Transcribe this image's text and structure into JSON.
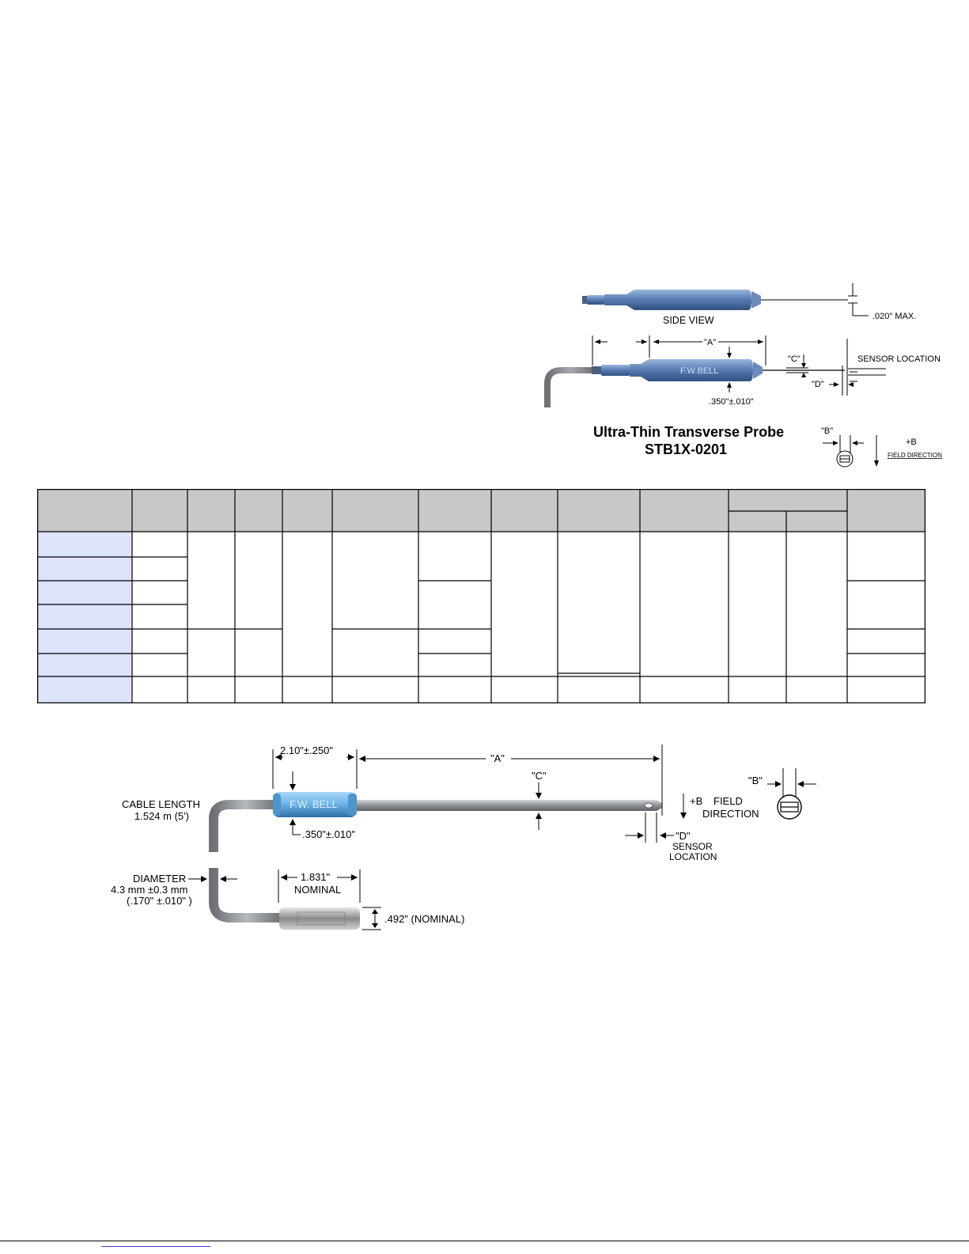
{
  "top_drawing": {
    "side_view_label": "SIDE VIEW",
    "max_thickness_label": ".020\" MAX.",
    "dim_a_label": "\"A\"",
    "dim_c_label": "\"C\"",
    "dim_d_label": "\"D\"",
    "sensor_location_label": "SENSOR LOCATION",
    "brand_label": "F.W.BELL",
    "diameter_label": ".350\"±.010\"",
    "title_line1": "Ultra-Thin Transverse Probe",
    "title_line2": "STB1X-0201",
    "dim_b_label": "\"B\"",
    "plus_b_label": "+B",
    "field_direction_label": "FIELD DIRECTION"
  },
  "bottom_drawing": {
    "handle_length_label": "2.10\"±.250\"",
    "dim_a_label": "\"A\"",
    "dim_c_label": "\"C\"",
    "brand_label": "F.W. BELL",
    "cable_length_line1": "CABLE LENGTH",
    "cable_length_line2": "1.524 m (5')",
    "diameter_handle_label": ".350\"±.010\"",
    "plus_b_label": "+B",
    "field_label": "FIELD",
    "direction_label": "DIRECTION",
    "dim_b_label": "\"B\"",
    "dim_d_label": "\"D\"",
    "sensor_label": "SENSOR",
    "location_label": "LOCATION",
    "diameter_line1": "DIAMETER",
    "diameter_line2": "4.3 mm ±0.3 mm",
    "diameter_line3": "(.170\" ±.010\" )",
    "connector_length_label": "1.831\"",
    "nominal_label": "NOMINAL",
    "connector_height_label": ".492\" (NOMINAL)"
  },
  "colors": {
    "probe_blue": "#5a7fb5",
    "probe_blue_light": "#8fb0da",
    "handle_cyan": "#6fb7ea",
    "stem_gray": "#8c9094",
    "header_fill": "#c8c8c8",
    "model_column_fill": "#dde3fb"
  }
}
